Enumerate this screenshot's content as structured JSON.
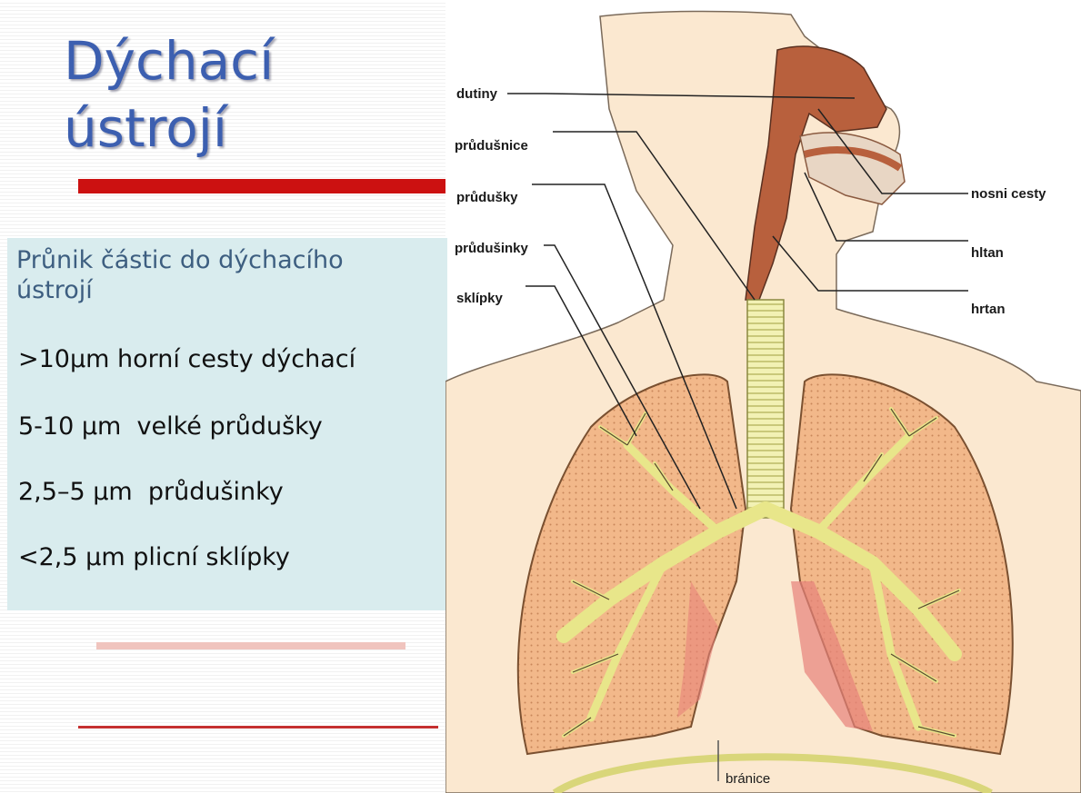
{
  "slide": {
    "title_line1": "Dýchací",
    "title_line2": "ústrojí",
    "intro": "Průnik částic do dýchacího ústrojí",
    "items": [
      ">10µm horní cesty dýchací",
      "5-10 µm  velké průdušky",
      "2,5–5 µm  průdušinky",
      "<2,5 µm plicní sklípky"
    ]
  },
  "diagram": {
    "labels": {
      "dutiny": "dutiny",
      "prudusnice": "průdušnice",
      "prudusky": "průdušky",
      "prudusinky": "průdušinky",
      "sklipky": "sklípky",
      "nosni_cesty": "nosni cesty",
      "hltan": "hltan",
      "hrtan": "hrtan",
      "branice": "bránice"
    }
  },
  "colors": {
    "title": "#3c5fb0",
    "title_bar": "#cc1111",
    "infobox": "#d9ecee",
    "intro_text": "#3d5e80",
    "skin": "#fbe8d0",
    "lung": "#f2b88a",
    "airway": "#efeea0",
    "nasal": "#b8603d"
  }
}
